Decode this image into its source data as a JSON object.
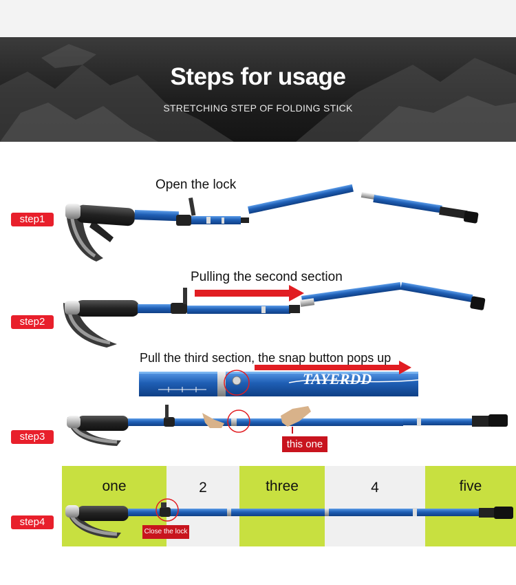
{
  "header": {
    "title": "Steps for usage",
    "subtitle": "STRETCHING STEP OF FOLDING STICK"
  },
  "steps": {
    "step1": {
      "label": "step1",
      "caption": "Open the lock"
    },
    "step2": {
      "label": "step2",
      "caption": "Pulling the second section"
    },
    "zoom": {
      "caption": "Pull the third section, the snap button pops up"
    },
    "step3": {
      "label": "step3",
      "callout": "this one"
    },
    "step4": {
      "label": "step4",
      "sections": [
        "one",
        "2",
        "three",
        "4",
        "five"
      ],
      "callout": "Close the lock"
    }
  },
  "colors": {
    "badge": "#e81f2b",
    "pole": "#1f5fb5",
    "section_green": "#c8e040",
    "section_gray": "#f0f0f0"
  }
}
